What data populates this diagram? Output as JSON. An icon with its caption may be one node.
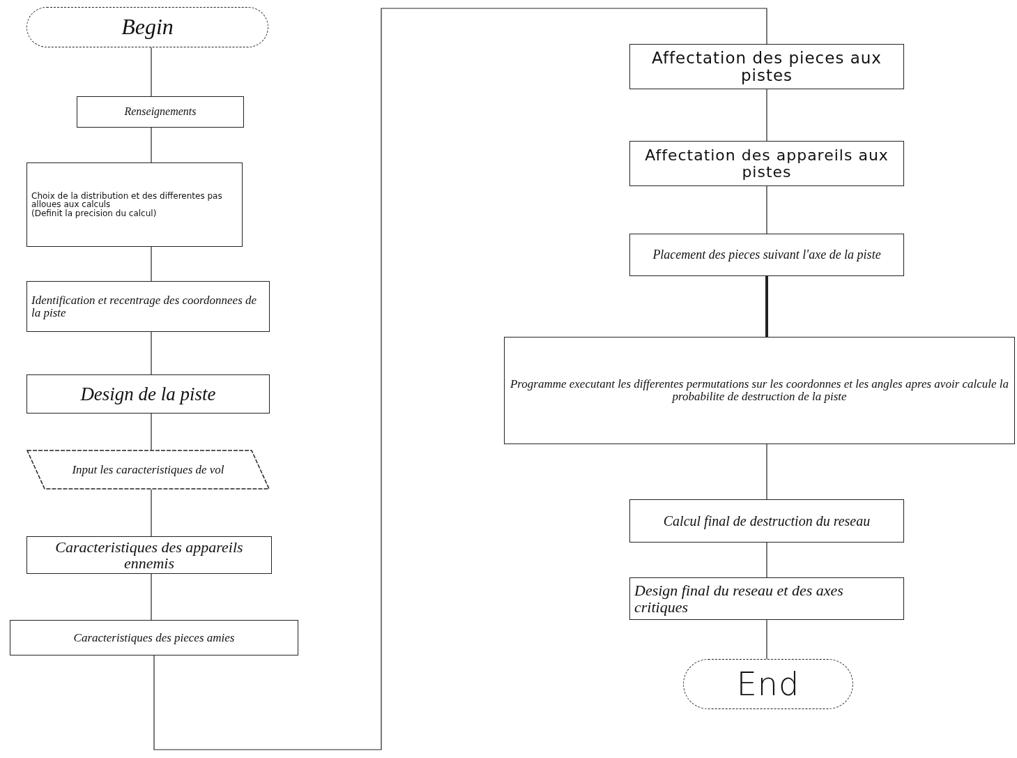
{
  "diagram": {
    "nodes": [
      {
        "text": [
          "Begin"
        ]
      },
      {
        "text": [
          "Renseignements"
        ]
      },
      {
        "text": [
          "Choix de la distribution et des differentes pas alloues aux calculs",
          "(Definit la precision du calcul)"
        ]
      },
      {
        "text": [
          "Identification et recentrage des coordonnees de la piste"
        ]
      },
      {
        "text": [
          "Design de la piste"
        ]
      },
      {
        "text": [
          "Input les caracteristiques de vol"
        ]
      },
      {
        "text": [
          "Caracteristiques des appareils ennemis"
        ]
      },
      {
        "text": [
          "Caracteristiques des pieces amies"
        ]
      },
      {
        "text": [
          "Affectation des pieces aux pistes"
        ]
      },
      {
        "text": [
          "Affectation des appareils aux pistes"
        ]
      },
      {
        "text": [
          "Placement des pieces suivant l'axe de la piste"
        ]
      },
      {
        "text": [
          "Programme executant les differentes permutations sur les coordonnes et les angles apres avoir calcule la probabilite de destruction de la piste"
        ]
      },
      {
        "text": [
          "Calcul final de destruction du reseau"
        ]
      },
      {
        "text": [
          "Design final du reseau et des axes critiques"
        ]
      },
      {
        "text": [
          "End"
        ]
      }
    ],
    "edges": [
      {
        "from": 0,
        "to": 1,
        "arrow": "none"
      },
      {
        "from": 1,
        "to": 2,
        "arrow": "none"
      },
      {
        "from": 2,
        "to": 3,
        "arrow": "none"
      },
      {
        "from": 3,
        "to": 4,
        "arrow": "none"
      },
      {
        "from": 4,
        "to": 5,
        "arrow": "none"
      },
      {
        "from": 5,
        "to": 6,
        "arrow": "none"
      },
      {
        "from": 6,
        "to": 7,
        "arrow": "none"
      },
      {
        "from": 7,
        "to": 8,
        "arrow": "none"
      },
      {
        "from": 8,
        "to": 9,
        "arrow": "none"
      },
      {
        "from": 9,
        "to": 10,
        "arrow": "none"
      },
      {
        "from": 10,
        "to": 11,
        "arrow": "none",
        "style": "thick"
      },
      {
        "from": 11,
        "to": 12,
        "arrow": "none"
      },
      {
        "from": 12,
        "to": 13,
        "arrow": "none"
      },
      {
        "from": 13,
        "to": 14,
        "arrow": "none"
      }
    ]
  }
}
